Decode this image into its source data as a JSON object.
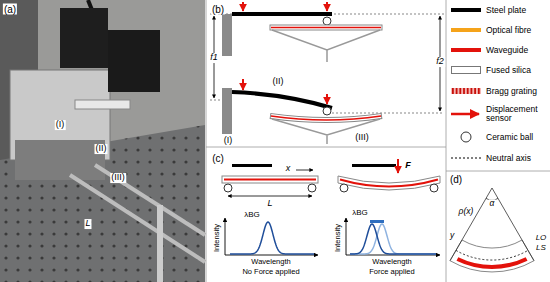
{
  "diagram": {
    "labels": [
      "(a)",
      "(I)",
      "(II)",
      "(III)",
      "L",
      "(b)",
      "f1",
      "f2",
      "(I)",
      "(II)",
      "(III)",
      "(c)",
      "x",
      "L",
      "F",
      "λBG",
      "Intensity",
      "Wavelength",
      "No Force applied",
      "λBG",
      "Intensity",
      "Wavelength",
      "Force applied",
      "(d)",
      "ρ(x)",
      "α",
      "LO",
      "LS",
      "y"
    ],
    "legend": [
      {
        "text": "Steel plate",
        "color": "#000000"
      },
      {
        "text": "Optical fibre",
        "color": "#f5a31a"
      },
      {
        "text": "Waveguide",
        "color": "#e3120b"
      },
      {
        "text": "Fused silica",
        "color": "#ffffff"
      },
      {
        "text": "Bragg grating"
      },
      {
        "text": "Displacement sensor"
      },
      {
        "text": "Ceramic ball"
      },
      {
        "text": "Neutral axis"
      }
    ]
  }
}
